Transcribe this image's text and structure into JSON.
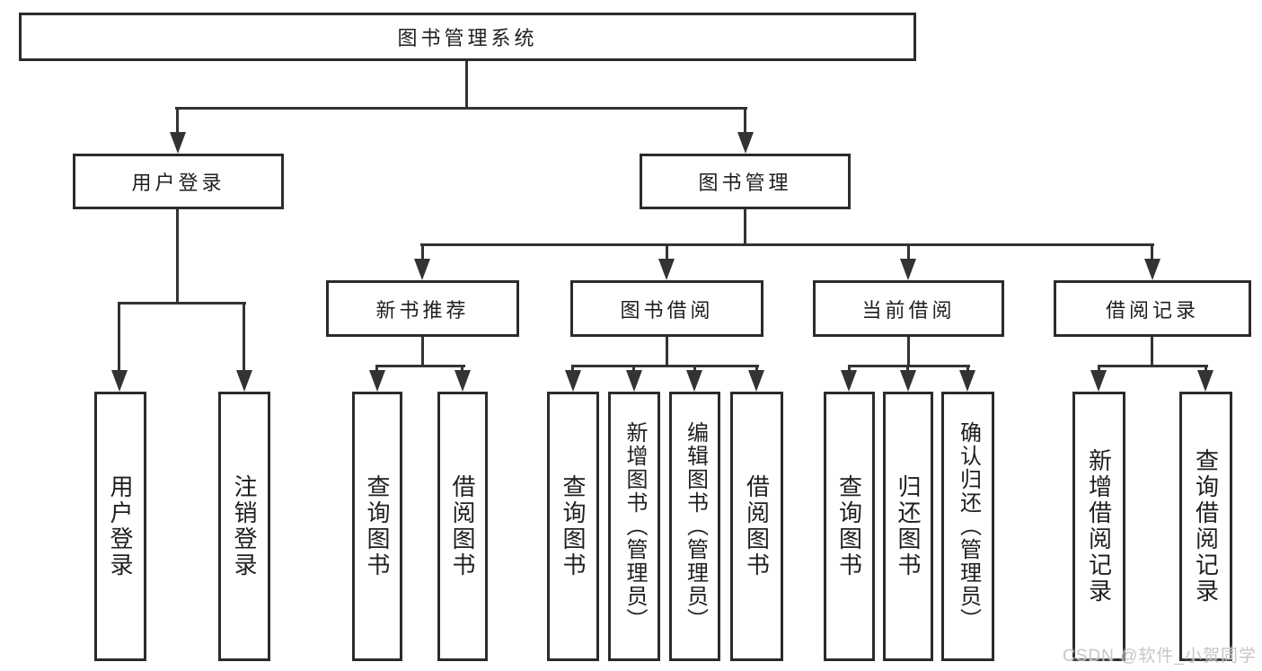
{
  "tree": {
    "label": "图书管理系统",
    "children": [
      {
        "label": "用户登录",
        "children": [
          {
            "label": "用户登录"
          },
          {
            "label": "注销登录"
          }
        ]
      },
      {
        "label": "图书管理",
        "children": [
          {
            "label": "新书推荐",
            "children": [
              {
                "label": "查询图书"
              },
              {
                "label": "借阅图书"
              }
            ]
          },
          {
            "label": "图书借阅",
            "children": [
              {
                "label": "查询图书"
              },
              {
                "label": "新增图书（管理员）"
              },
              {
                "label": "编辑图书（管理员）"
              },
              {
                "label": "借阅图书"
              }
            ]
          },
          {
            "label": "当前借阅",
            "children": [
              {
                "label": "查询图书"
              },
              {
                "label": "归还图书"
              },
              {
                "label": "确认归还（管理员）"
              }
            ]
          },
          {
            "label": "借阅记录",
            "children": [
              {
                "label": "新增借阅记录"
              },
              {
                "label": "查询借阅记录"
              }
            ]
          }
        ]
      }
    ]
  },
  "watermark": "CSDN @软件_小贺同学",
  "colors": {
    "background": "#ffffff",
    "line": "#333333",
    "box_border": "#2b2b2b",
    "text": "#1f1f1f",
    "watermark": "#c3c3c3"
  }
}
